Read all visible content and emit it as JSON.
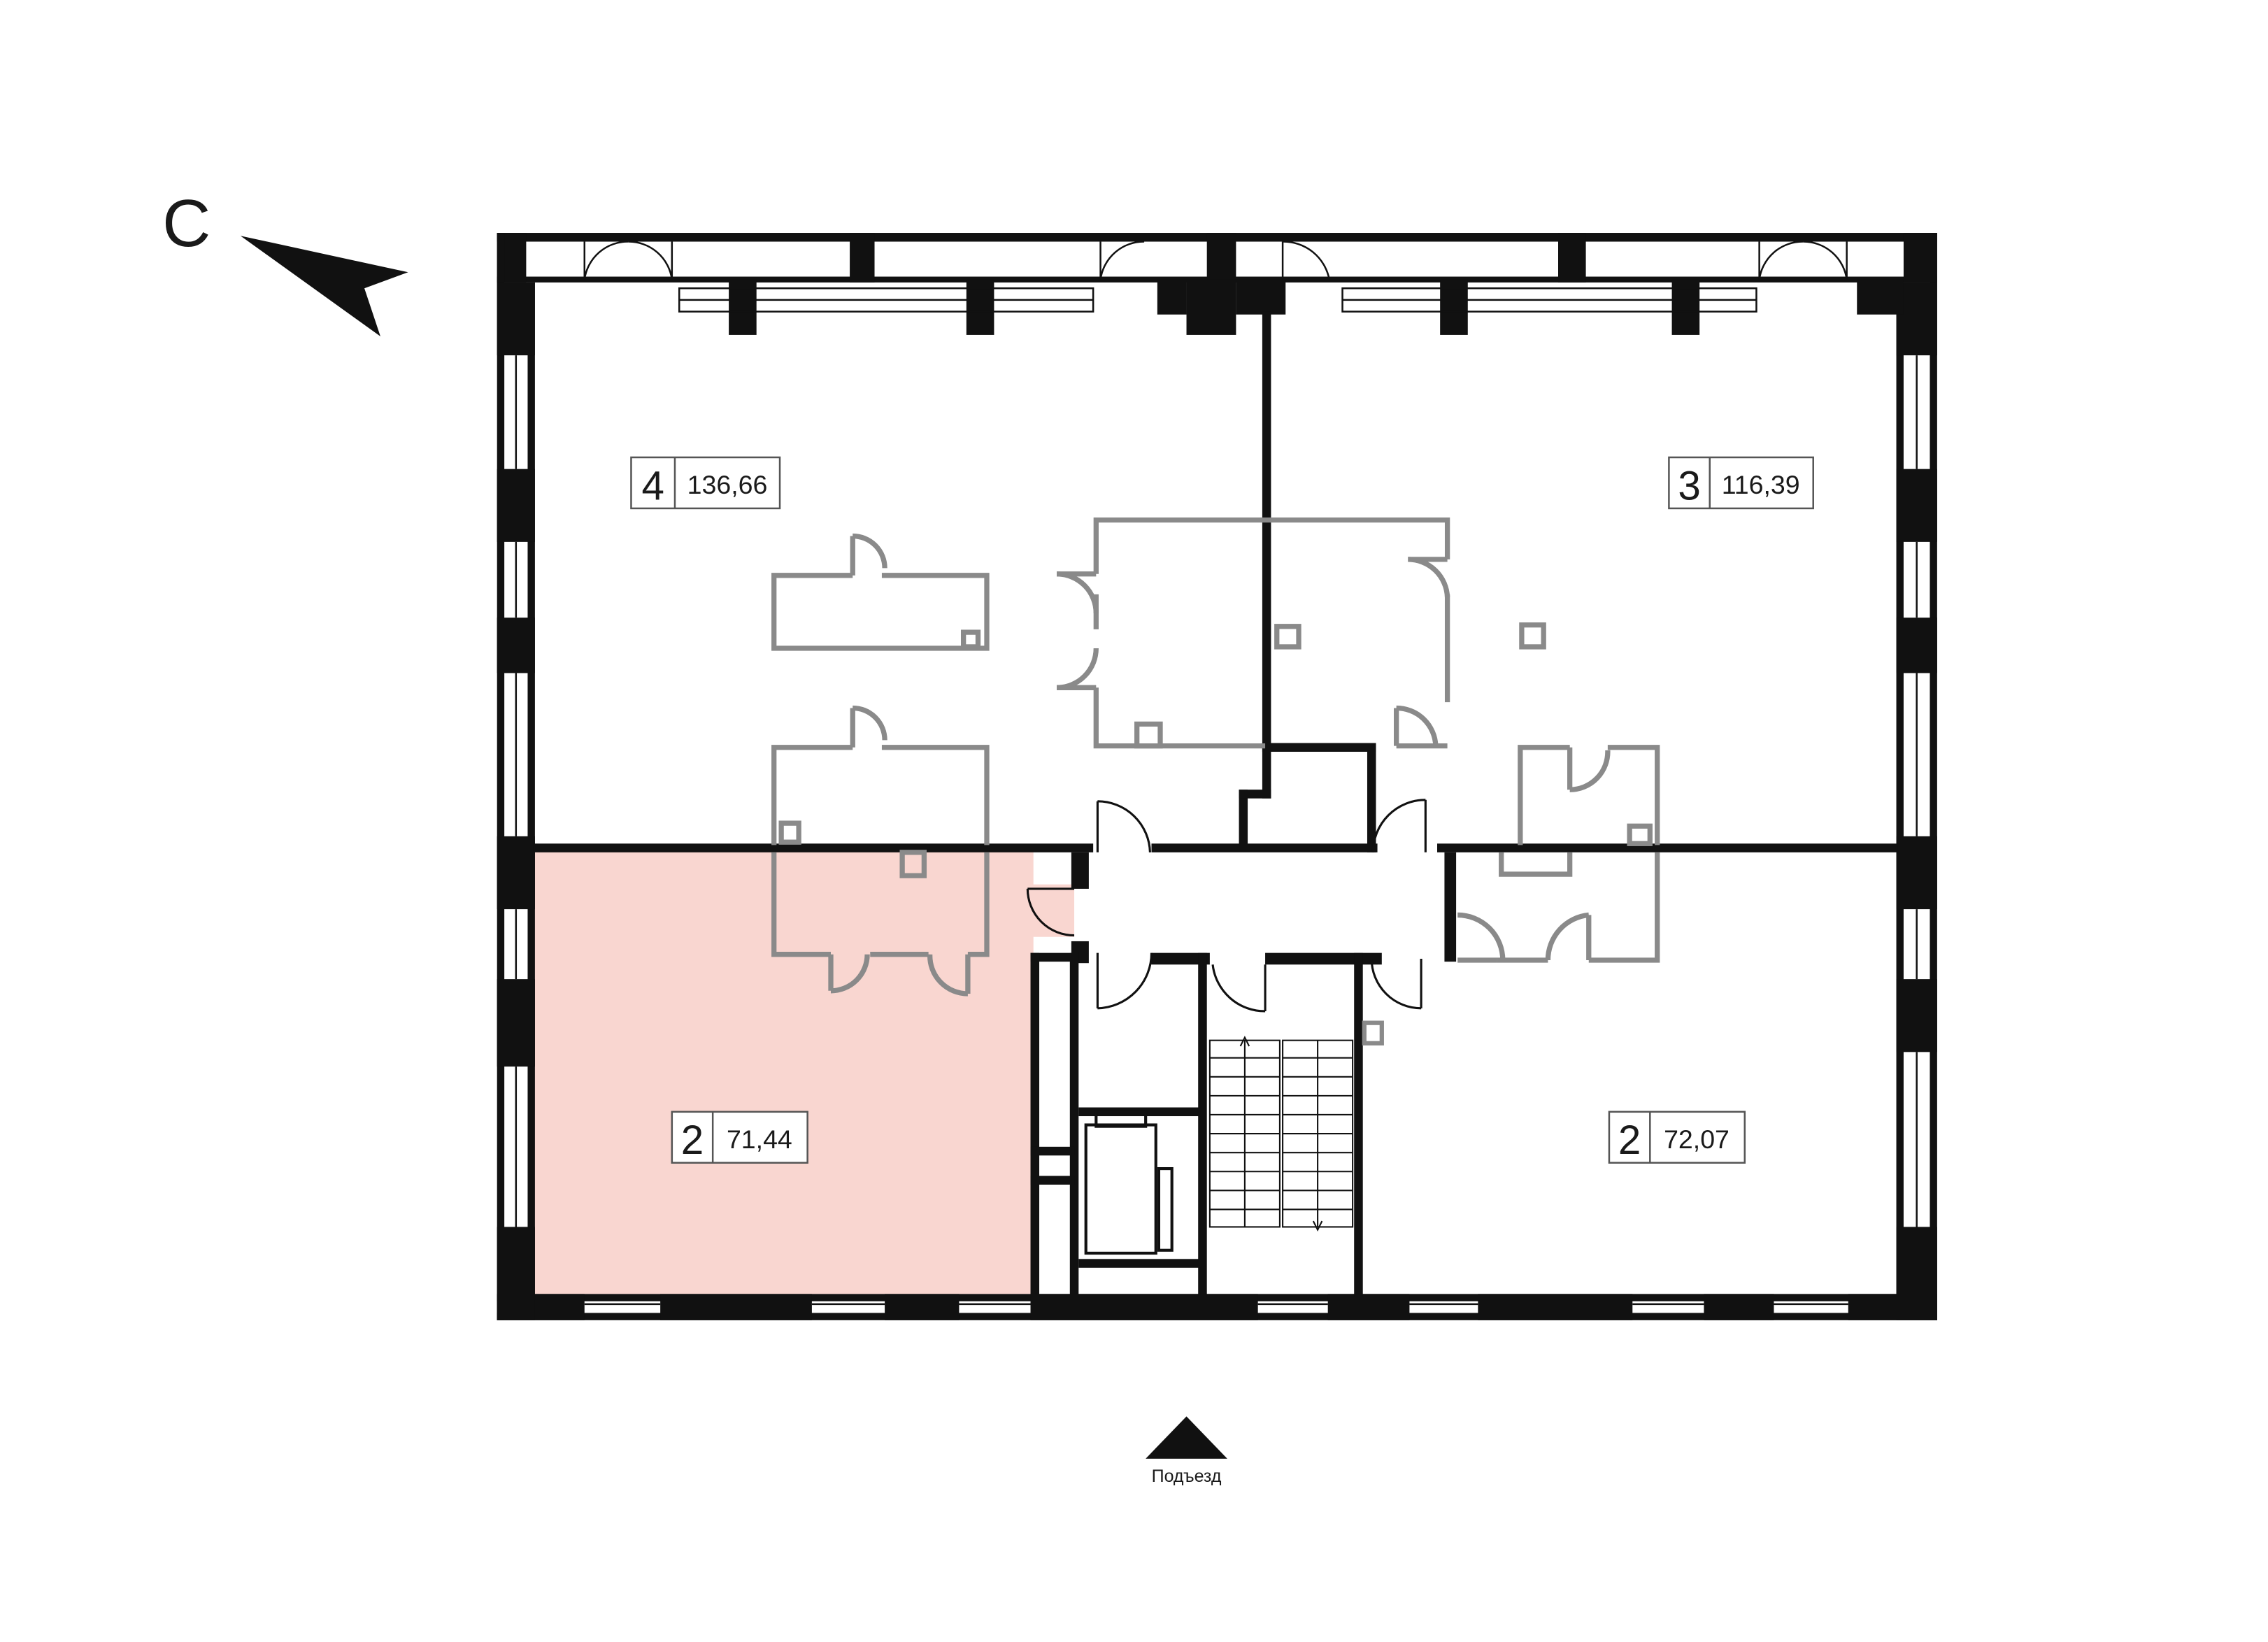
{
  "compass": {
    "label": "С",
    "icon": "north-arrow-icon"
  },
  "entrance": {
    "label": "Подъезд",
    "icon": "entrance-triangle-icon"
  },
  "apartments": [
    {
      "id": "apt-4",
      "rooms": "4",
      "area": "136,66",
      "highlighted": false
    },
    {
      "id": "apt-3",
      "rooms": "3",
      "area": "116,39",
      "highlighted": false
    },
    {
      "id": "apt-2-left",
      "rooms": "2",
      "area": "71,44",
      "highlighted": true
    },
    {
      "id": "apt-2-right",
      "rooms": "2",
      "area": "72,07",
      "highlighted": false
    }
  ],
  "colors": {
    "wall": "#111111",
    "partition": "#8a8a8a",
    "highlight": "#f9d6d0",
    "text": "#1a1a1a"
  }
}
